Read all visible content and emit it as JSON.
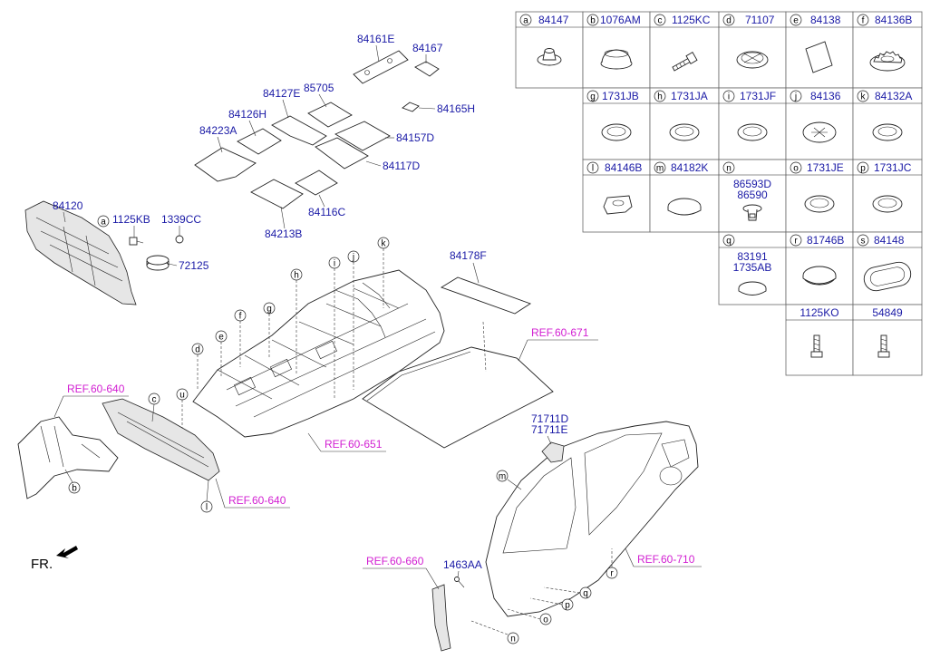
{
  "front_marker": "FR.",
  "table": {
    "cells": [
      {
        "id": "a",
        "letter": "a",
        "num": "84147",
        "icon": "clip-icon"
      },
      {
        "id": "b",
        "letter": "b",
        "num": "1076AM",
        "icon": "dome-plug-icon"
      },
      {
        "id": "c",
        "letter": "c",
        "num": "1125KC",
        "icon": "bolt-icon"
      },
      {
        "id": "d",
        "letter": "d",
        "num": "71107",
        "icon": "cross-plug-icon"
      },
      {
        "id": "e",
        "letter": "e",
        "num": "84138",
        "icon": "pad-icon"
      },
      {
        "id": "f",
        "letter": "f",
        "num": "84136B",
        "icon": "serrated-plug-icon"
      },
      {
        "id": "g",
        "letter": "g",
        "num": "1731JB",
        "icon": "ring-plug-icon"
      },
      {
        "id": "h",
        "letter": "h",
        "num": "1731JA",
        "icon": "ring-plug-icon"
      },
      {
        "id": "i",
        "letter": "i",
        "num": "1731JF",
        "icon": "ring-plug-icon"
      },
      {
        "id": "j",
        "letter": "j",
        "num": "84136",
        "icon": "star-plug-icon"
      },
      {
        "id": "k",
        "letter": "k",
        "num": "84132A",
        "icon": "ring-plug-icon"
      },
      {
        "id": "l",
        "letter": "l",
        "num": "84146B",
        "icon": "block-plug-icon"
      },
      {
        "id": "m",
        "letter": "m",
        "num": "84182K",
        "icon": "flat-cap-icon"
      },
      {
        "id": "n",
        "letter": "n",
        "num": "",
        "num2": "86593D",
        "num3": "86590",
        "icon": "push-clip-icon"
      },
      {
        "id": "o",
        "letter": "o",
        "num": "1731JE",
        "icon": "ring-plug-icon"
      },
      {
        "id": "p",
        "letter": "p",
        "num": "1731JC",
        "icon": "ring-plug-icon"
      },
      {
        "id": "q",
        "letter": "q",
        "num": "",
        "num2": "83191",
        "num3": "1735AB",
        "icon": "flat-cap-icon"
      },
      {
        "id": "r",
        "letter": "r",
        "num": "81746B",
        "icon": "oval-plug-icon"
      },
      {
        "id": "s",
        "letter": "s",
        "num": "84148",
        "icon": "oval-grommet-icon"
      },
      {
        "id": "t",
        "letter": "",
        "num": "1125KO",
        "icon": "bolt-icon"
      },
      {
        "id": "u",
        "letter": "",
        "num": "54849",
        "icon": "bolt-icon"
      }
    ]
  },
  "parts": {
    "p84161E": "84161E",
    "p84167": "84167",
    "p85705": "85705",
    "p84127E": "84127E",
    "p84165H": "84165H",
    "p84126H": "84126H",
    "p84223A": "84223A",
    "p84157D": "84157D",
    "p84117D": "84117D",
    "p84116C": "84116C",
    "p84213B": "84213B",
    "p84120": "84120",
    "p1125KB": "1125KB",
    "p1339CC": "1339CC",
    "p72125": "72125",
    "p84178F": "84178F",
    "p71711D": "71711D",
    "p71711E": "71711E",
    "p1463AA": "1463AA"
  },
  "refs": {
    "r671": "REF.60-671",
    "r640a": "REF.60-640",
    "r651": "REF.60-651",
    "r640b": "REF.60-640",
    "r710": "REF.60-710",
    "r660": "REF.60-660"
  },
  "callouts": {
    "a": "a",
    "b": "b",
    "c": "c",
    "d": "d",
    "e": "e",
    "f": "f",
    "g": "g",
    "h": "h",
    "i": "i",
    "j": "j",
    "k": "k",
    "l": "l",
    "m": "m",
    "n": "n",
    "o": "o",
    "p": "p",
    "q": "q",
    "r": "r",
    "u": "u"
  }
}
